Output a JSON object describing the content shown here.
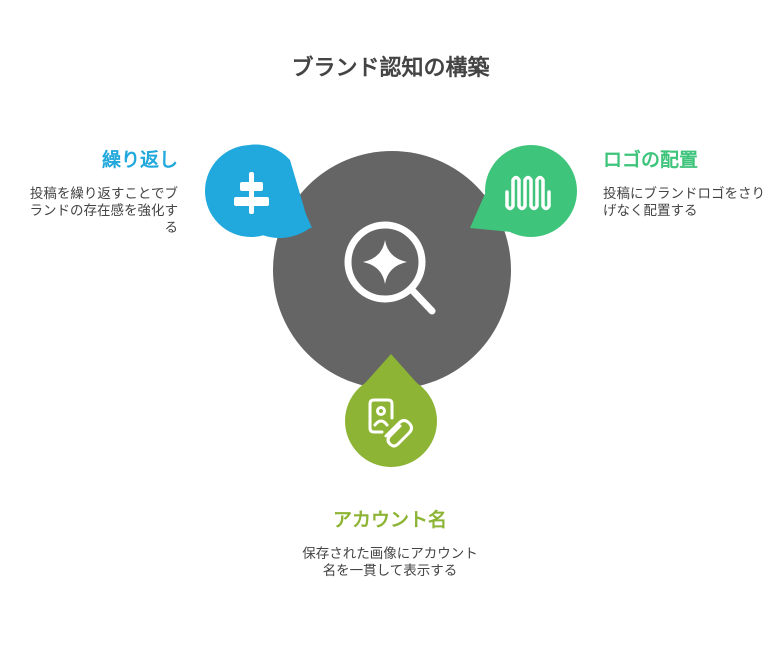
{
  "title": "ブランド認知の構築",
  "colors": {
    "center": "#656565",
    "left": "#21a8dc",
    "right": "#3fc47c",
    "bottom": "#8db434",
    "text": "#444444"
  },
  "blocks": {
    "left": {
      "title": "繰り返し",
      "description": "投稿を繰り返すことでブランドの存在感を強化する",
      "icon": "align-vertical-center-icon"
    },
    "right": {
      "title": "ロゴの配置",
      "description": "投稿にブランドロゴをさりげなく配置する",
      "icon": "waveform-icon"
    },
    "bottom": {
      "title": "アカウント名",
      "description": "保存された画像にアカウント名を一貫して表示する",
      "icon": "image-attachment-icon"
    },
    "center": {
      "icon": "search-sparkle-icon"
    }
  }
}
